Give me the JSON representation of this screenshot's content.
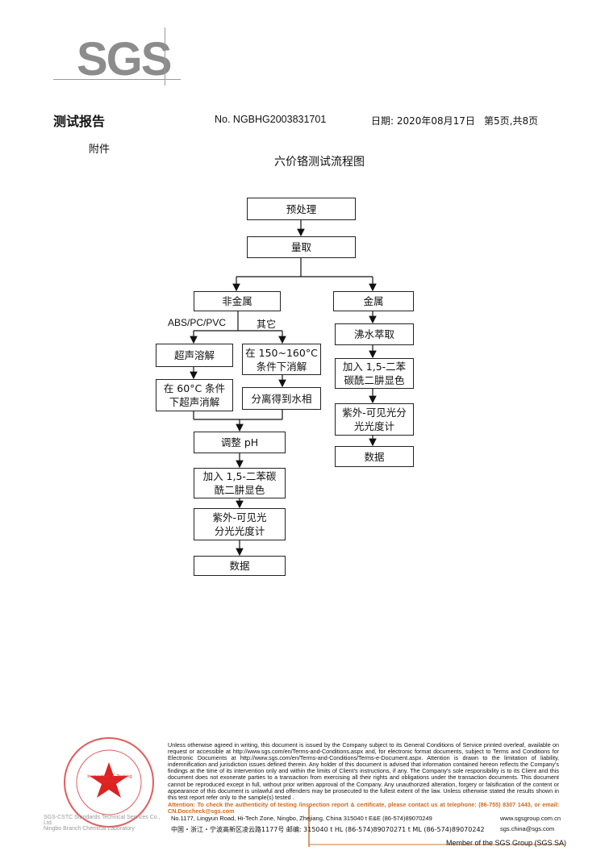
{
  "header": {
    "logo": "SGS",
    "report_title": "测试报告",
    "report_no": "No. NGBHG2003831701",
    "date": "日期: 2020年08月17日",
    "page": "第5页,共8页",
    "appendix": "附件"
  },
  "flow": {
    "title": "六价铬测试流程图",
    "pretreat": "预处理",
    "measure": "量取",
    "nonmetal": "非金属",
    "metal": "金属",
    "abs_label": "ABS/PC/PVC",
    "other_label": "其它",
    "ultrasonic_dissolve": "超声溶解",
    "digest_150": "在 150~160°C\n条件下消解",
    "ultrasonic_60": "在 60°C 条件\n下超声消解",
    "separate_aqueous": "分离得到水相",
    "adjust_ph": "调整 pH",
    "add_reagent": "加入 1,5-二苯碳\n酰二肼显色",
    "uv_vis": "紫外-可见光\n分光光度计",
    "data": "数据",
    "boil_extract": "沸水萃取",
    "metal_reagent": "加入 1,5-二苯\n碳酰二肼显色",
    "metal_uv": "紫外-可见光分\n光光度计",
    "metal_data": "数据"
  },
  "footer": {
    "disclaimer": "Unless otherwise agreed in writing, this document is issued by the Company subject to its General Conditions of Service printed overleaf, available on request or accessible at http://www.sgs.com/en/Terms-and-Conditions.aspx and, for electronic format documents, subject to Terms and Conditions for Electronic Documents at http://www.sgs.com/en/Terms-and-Conditions/Terms-e-Document.aspx. Attention is drawn to the limitation of liability, indemnification and jurisdiction issues defined therein. Any holder of this document is advised that information contained hereon reflects the Company's findings at the time of its intervention only and within the limits of Client's instructions, if any. The Company's sole responsibility is to its Client and this document does not exonerate parties to a transaction from exercising all their rights and obligations under the transaction documents. This document cannot be reproduced except in full, without prior written approval of the Company. Any unauthorized alteration, forgery or falsification of the content or appearance of this document is unlawful and offenders may be prosecuted to the fullest extent of the law. Unless otherwise stated the results shown in this test report refer only to the sample(s) tested .",
    "attention": "Attention: To check the authenticity of testing /inspection report & certificate, please contact us at telephone: (86-755) 8307 1443, or email: CN.Doccheck@sgs.com",
    "addr_en": "No.1177, Lingyun Road, Hi-Tech Zone, Ningbo, Zhejiang, China 315040   t E&E (86-574)89070249",
    "web": "www.sgsgroup.com.cn",
    "addr_cn": "中国・浙江・宁波高新区凌云路1177号   邮编: 315040  t HL (86-574)89070271  t ML (86-574)89070242",
    "email": "sgs.china@sgs.com",
    "company_en": "SGS-CSTC Standards Technical Services Co., Ltd.",
    "branch": "Ningbo Branch Chemical Laboratory",
    "stamp_text": "Inspection & Testing Services",
    "member": "Member of the SGS Group (SGS SA)"
  }
}
